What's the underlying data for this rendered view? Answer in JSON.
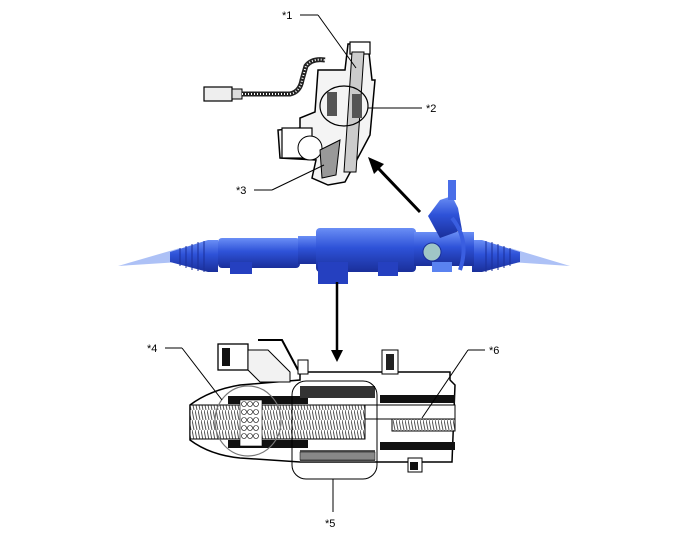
{
  "diagram": {
    "type": "steering-gear-assembly-callouts",
    "callouts": [
      {
        "id": 1,
        "label": "*1"
      },
      {
        "id": 2,
        "label": "*2"
      },
      {
        "id": 3,
        "label": "*3"
      },
      {
        "id": 4,
        "label": "*4"
      },
      {
        "id": 5,
        "label": "*5"
      },
      {
        "id": 6,
        "label": "*6"
      }
    ],
    "colors": {
      "rack_body": "#2a4fd6",
      "rack_highlight": "#5a82f0",
      "line": "#000000"
    }
  }
}
